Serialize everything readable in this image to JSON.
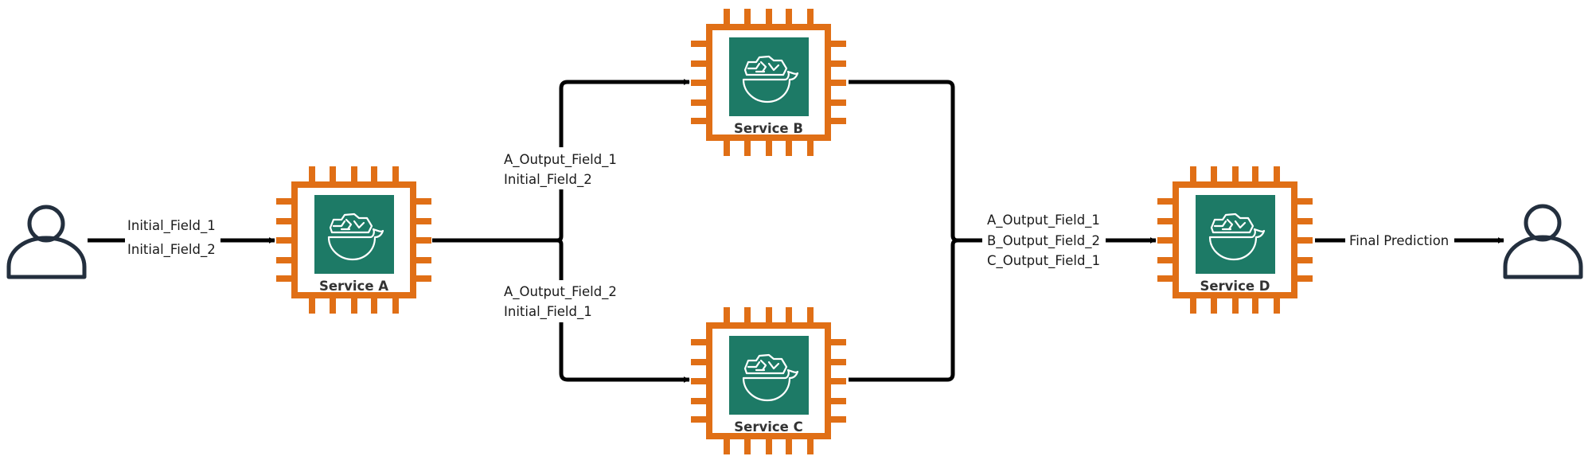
{
  "diagram": {
    "colors": {
      "chip_border": "#e06f16",
      "container_fill": "#1d7a66",
      "icon_stroke": "#ffffff",
      "user_stroke": "#232f3e",
      "connector": "#000000"
    },
    "actors": {
      "input_user": {
        "icon": "user-icon",
        "role": "client"
      },
      "output_user": {
        "icon": "user-icon",
        "role": "client"
      }
    },
    "services": [
      {
        "id": "A",
        "label": "Service A",
        "icon": "docker-whale-icon"
      },
      {
        "id": "B",
        "label": "Service B",
        "icon": "docker-whale-icon"
      },
      {
        "id": "C",
        "label": "Service C",
        "icon": "docker-whale-icon"
      },
      {
        "id": "D",
        "label": "Service D",
        "icon": "docker-whale-icon"
      }
    ],
    "edges": {
      "user_to_a": {
        "from": "input_user",
        "to": "A",
        "lines": [
          "Initial_Field_1",
          "Initial_Field_2"
        ]
      },
      "a_to_b": {
        "from": "A",
        "to": "B",
        "lines": [
          "A_Output_Field_1",
          "Initial_Field_2"
        ]
      },
      "a_to_c": {
        "from": "A",
        "to": "C",
        "lines": [
          "A_Output_Field_2",
          "Initial_Field_1"
        ]
      },
      "bc_to_d": {
        "from": [
          "B",
          "C"
        ],
        "to": "D",
        "lines": [
          "A_Output_Field_1",
          "B_Output_Field_2",
          "C_Output_Field_1"
        ]
      },
      "d_to_user": {
        "from": "D",
        "to": "output_user",
        "lines": [
          "Final Prediction"
        ]
      }
    }
  }
}
